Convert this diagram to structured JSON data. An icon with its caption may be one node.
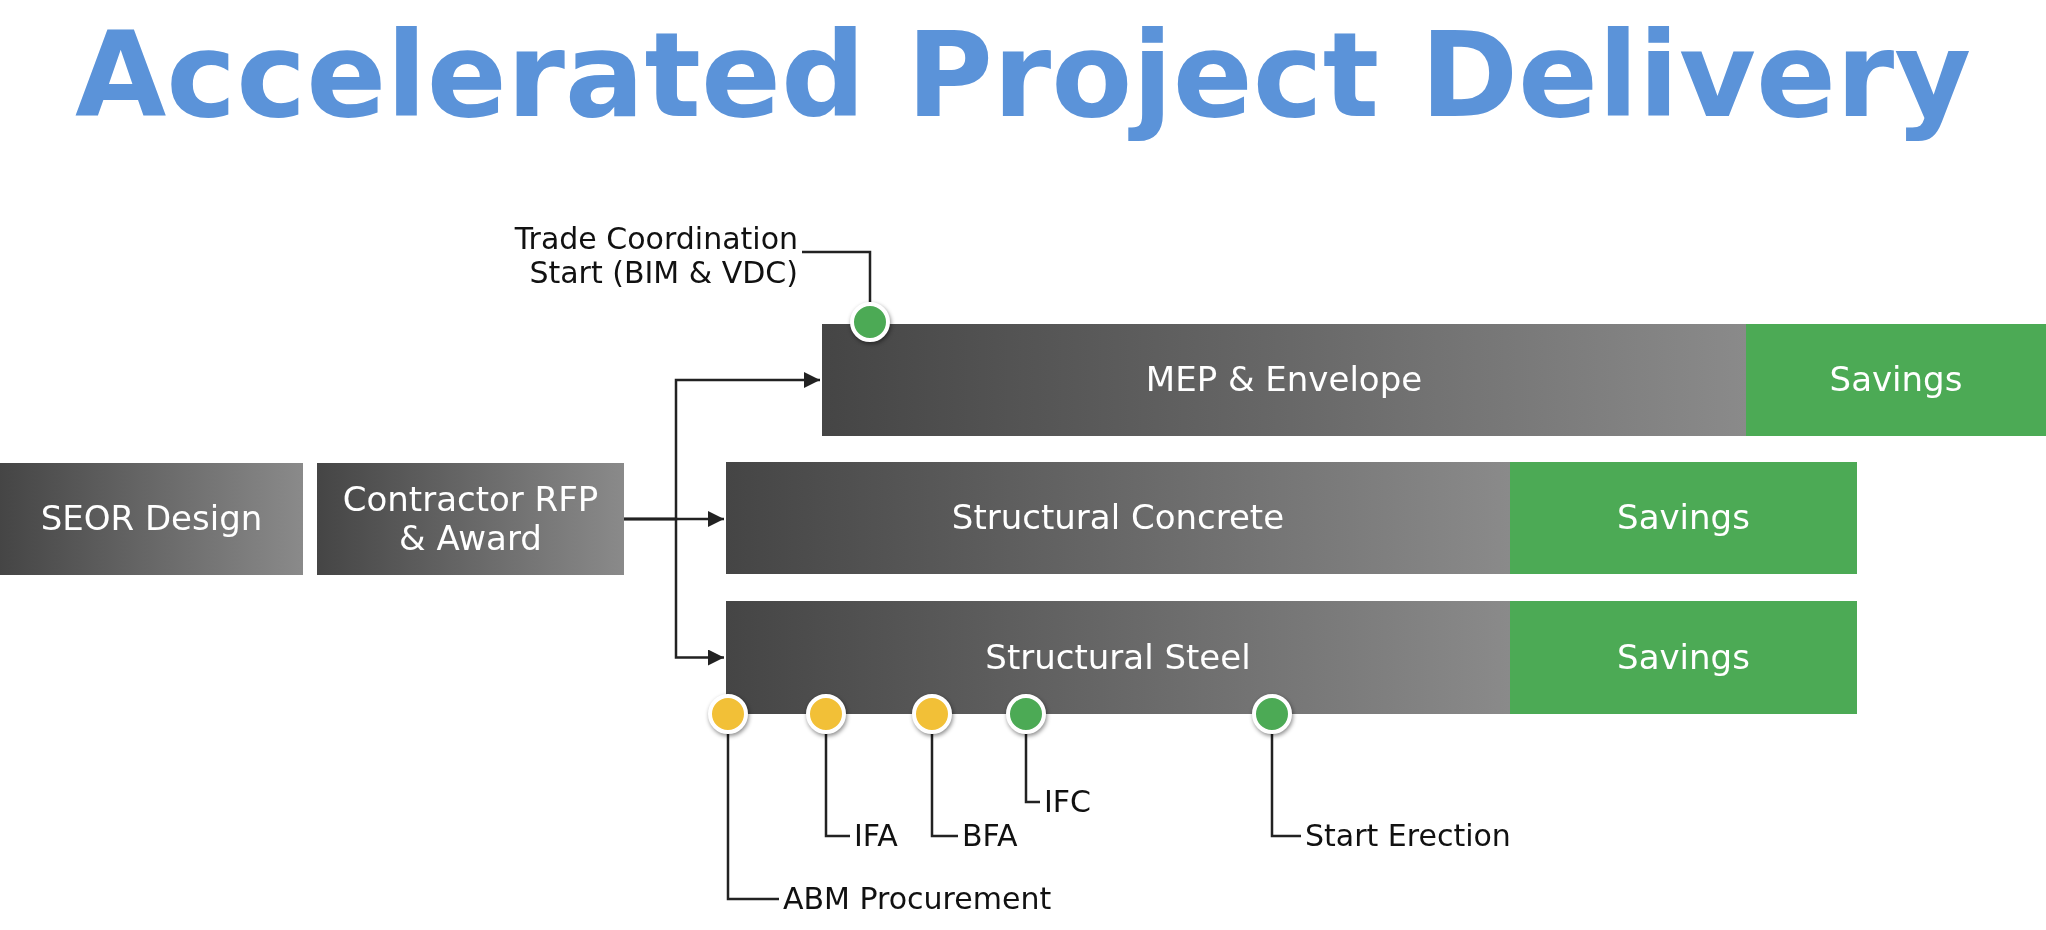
{
  "diagram": {
    "title": "Accelerated Project Delivery",
    "nodes": [
      {
        "text": [
          "SEOR Design"
        ]
      },
      {
        "text": [
          "Contractor RFP & Award"
        ]
      },
      {
        "text": [
          "MEP & Envelope"
        ]
      },
      {
        "text": [
          "Savings"
        ]
      },
      {
        "text": [
          "Structural Concrete"
        ]
      },
      {
        "text": [
          "Savings"
        ]
      },
      {
        "text": [
          "Structural Steel"
        ]
      },
      {
        "text": [
          "Savings"
        ]
      },
      {
        "text": [
          "Trade Coordination Start (BIM & VDC)"
        ]
      },
      {
        "text": [],
        "shape": "circle"
      },
      {
        "text": [
          "ABM Procurement"
        ]
      },
      {
        "text": [],
        "shape": "circle"
      },
      {
        "text": [
          "IFA"
        ]
      },
      {
        "text": [],
        "shape": "circle"
      },
      {
        "text": [
          "BFA"
        ]
      },
      {
        "text": [],
        "shape": "circle"
      },
      {
        "text": [
          "IFC"
        ]
      },
      {
        "text": [],
        "shape": "circle"
      },
      {
        "text": [
          "Start Erection"
        ]
      },
      {
        "text": [],
        "shape": "circle"
      }
    ],
    "edges": [
      {
        "from": 1,
        "to": 2,
        "arrow": "to"
      },
      {
        "from": 1,
        "to": 4,
        "arrow": "to"
      },
      {
        "from": 1,
        "to": 6,
        "arrow": "to"
      },
      {
        "from": 8,
        "to": 9,
        "arrow": "none"
      },
      {
        "from": 10,
        "to": 11,
        "arrow": "none"
      },
      {
        "from": 12,
        "to": 13,
        "arrow": "none"
      },
      {
        "from": 14,
        "to": 15,
        "arrow": "none"
      },
      {
        "from": 16,
        "to": 17,
        "arrow": "none"
      },
      {
        "from": 18,
        "to": 19,
        "arrow": "none"
      }
    ]
  }
}
